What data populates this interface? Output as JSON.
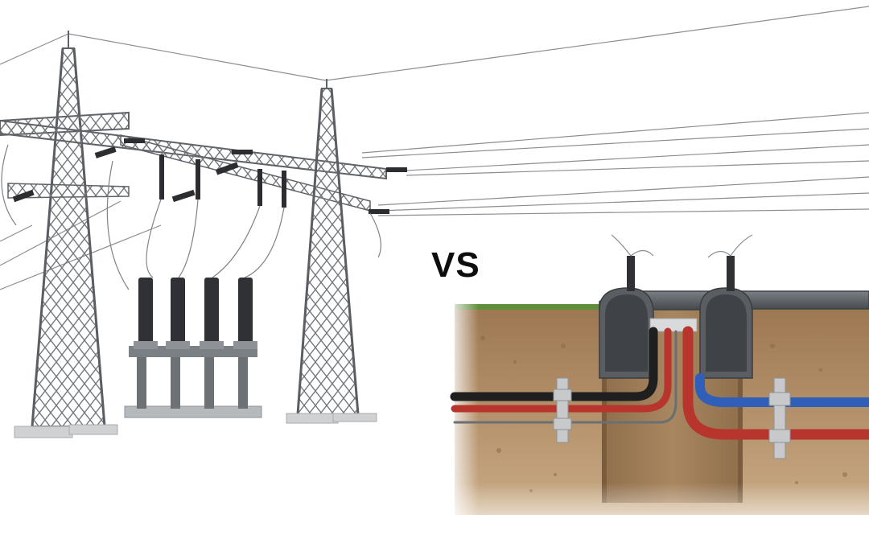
{
  "comparison": {
    "label": "VS",
    "left_subject": "overhead-transmission-towers",
    "right_subject": "underground-cable-trench"
  },
  "colors": {
    "steel": "#6e7378",
    "steel_dark": "#4a4e52",
    "insulator": "#2b2d30",
    "soil": "#b08a5e",
    "soil_dark": "#8c6a45",
    "grass": "#5f8f3a",
    "conduit": "#55595e",
    "cable_red": "#b8352e",
    "cable_blue": "#2f5fb8",
    "cable_black": "#1f1f1f"
  }
}
